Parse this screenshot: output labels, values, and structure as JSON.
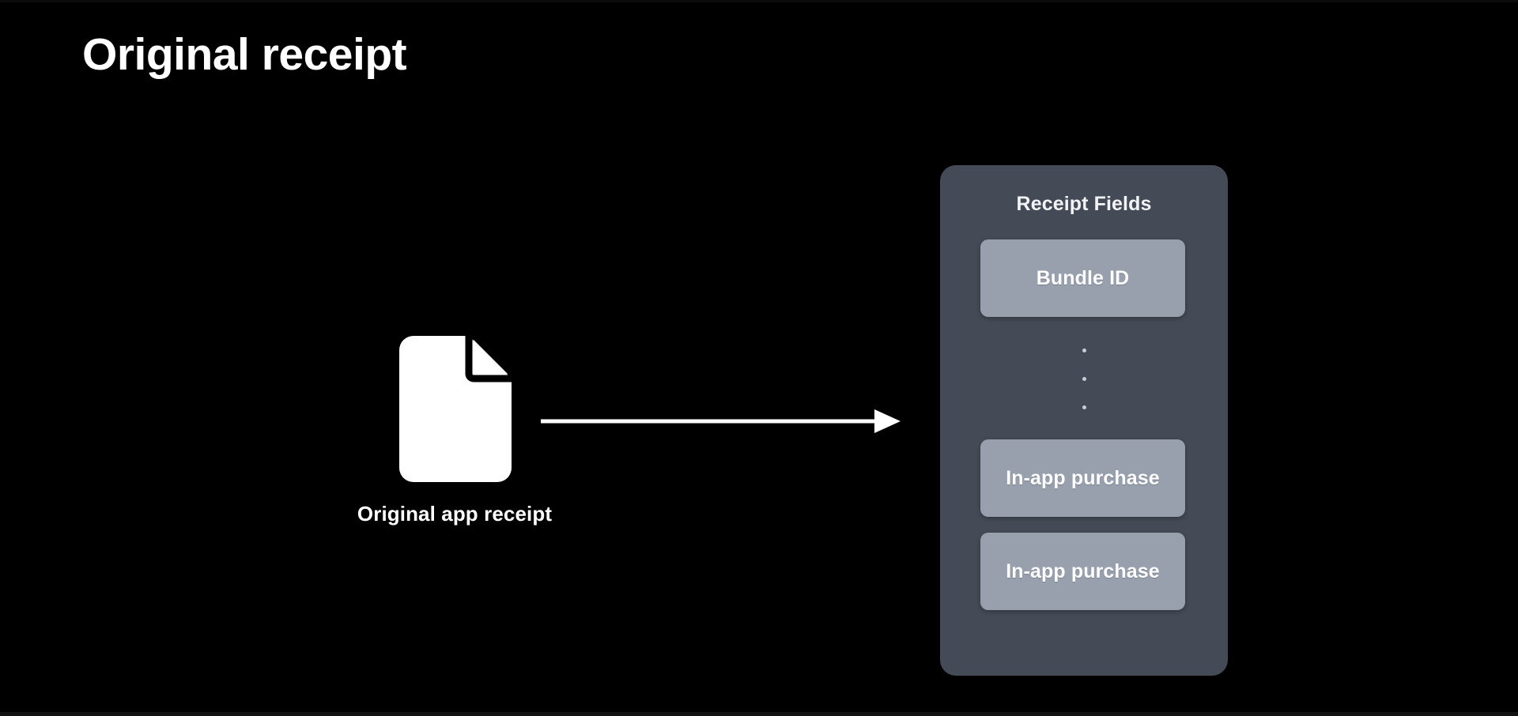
{
  "slide": {
    "title": "Original receipt",
    "background_color": "#000000"
  },
  "source": {
    "icon": "document-icon",
    "caption": "Original app receipt",
    "icon_color": "#ffffff"
  },
  "flow": {
    "arrow": "right-arrow-icon",
    "arrow_color": "#ffffff",
    "direction": "left-to-right"
  },
  "panel": {
    "title": "Receipt Fields",
    "background_color": "#444b56",
    "chip_color": "#98a0ae",
    "fields": [
      {
        "label": "Bundle ID"
      },
      {
        "label": "In-app purchase"
      },
      {
        "label": "In-app purchase"
      }
    ],
    "ellipsis": {
      "symbol": "vertical-ellipsis",
      "dot_count": 3
    }
  }
}
